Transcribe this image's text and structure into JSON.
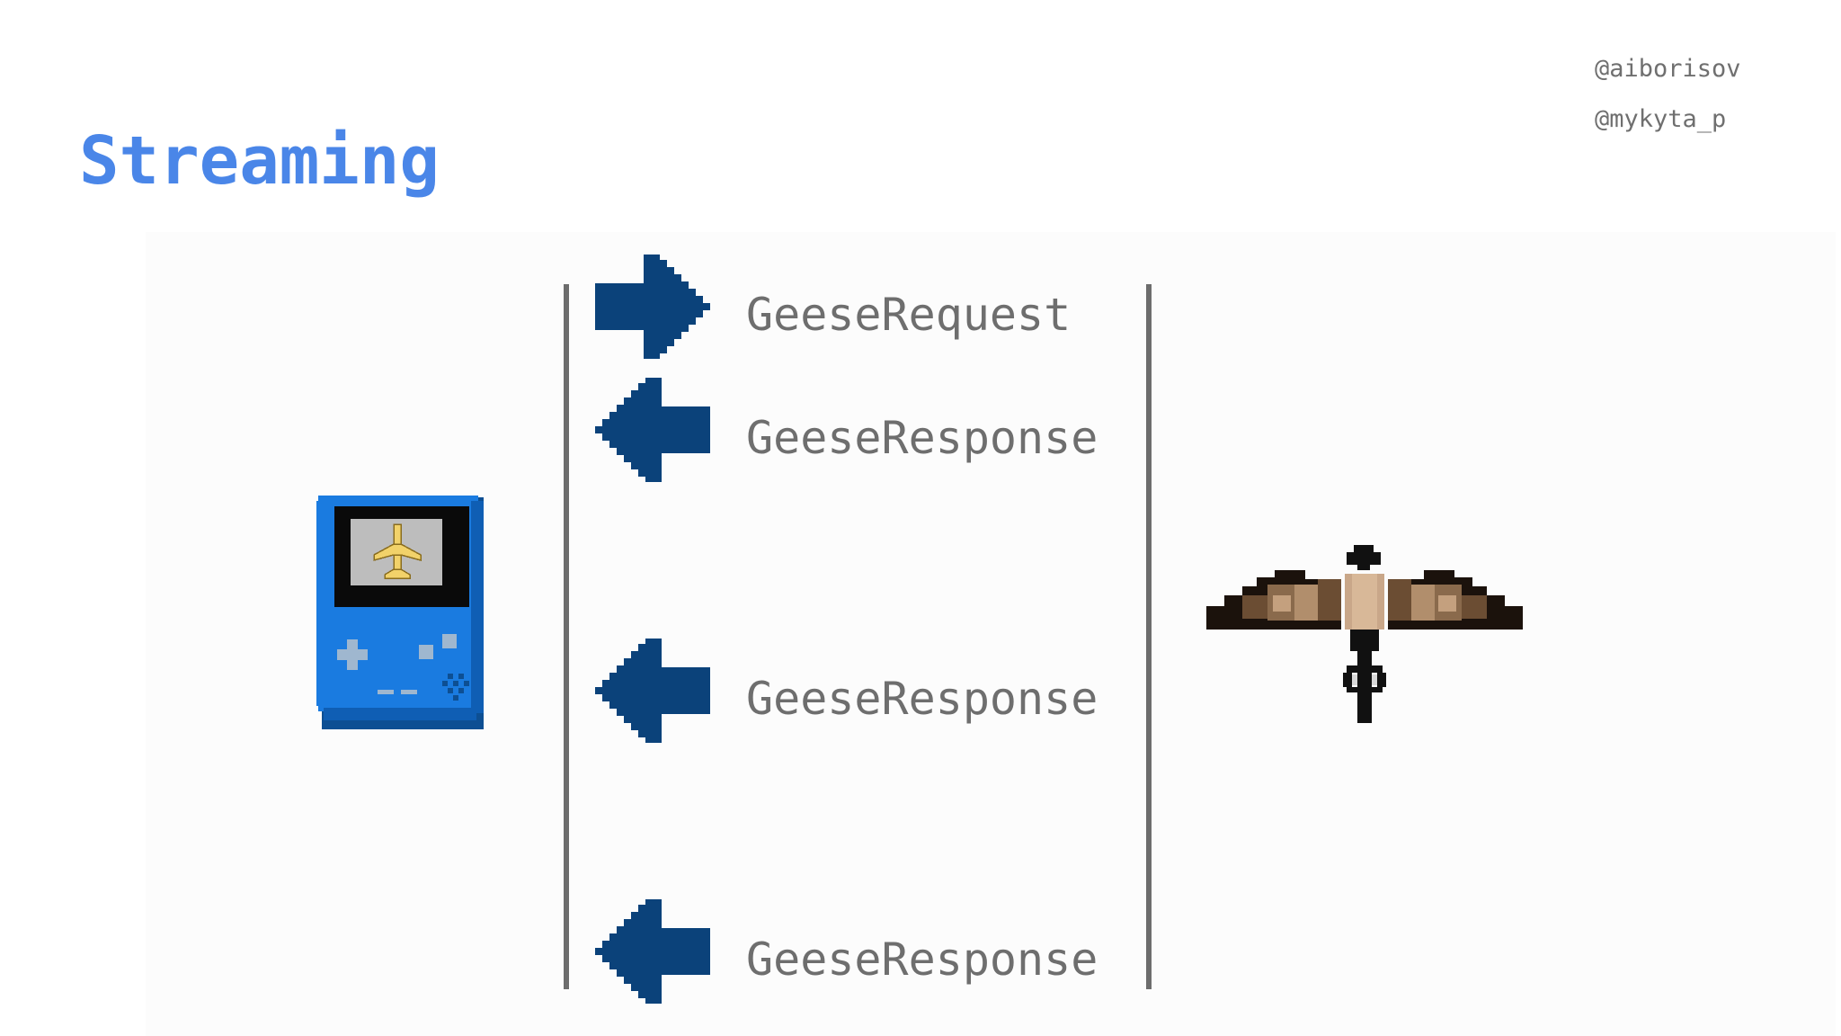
{
  "slide": {
    "title": "Streaming",
    "handles": [
      "@aiborisov",
      "@mykyta_p"
    ],
    "title_color": "#4a86e8"
  },
  "diagram": {
    "client_icon": "handheld-game-console-icon",
    "server_icon": "flying-goose-icon",
    "arrow_color": "#0b427a",
    "messages": [
      {
        "direction": "right",
        "label": "GeeseRequest"
      },
      {
        "direction": "left",
        "label": "GeeseResponse"
      },
      {
        "direction": "left",
        "label": "GeeseResponse"
      },
      {
        "direction": "left",
        "label": "GeeseResponse"
      }
    ]
  }
}
